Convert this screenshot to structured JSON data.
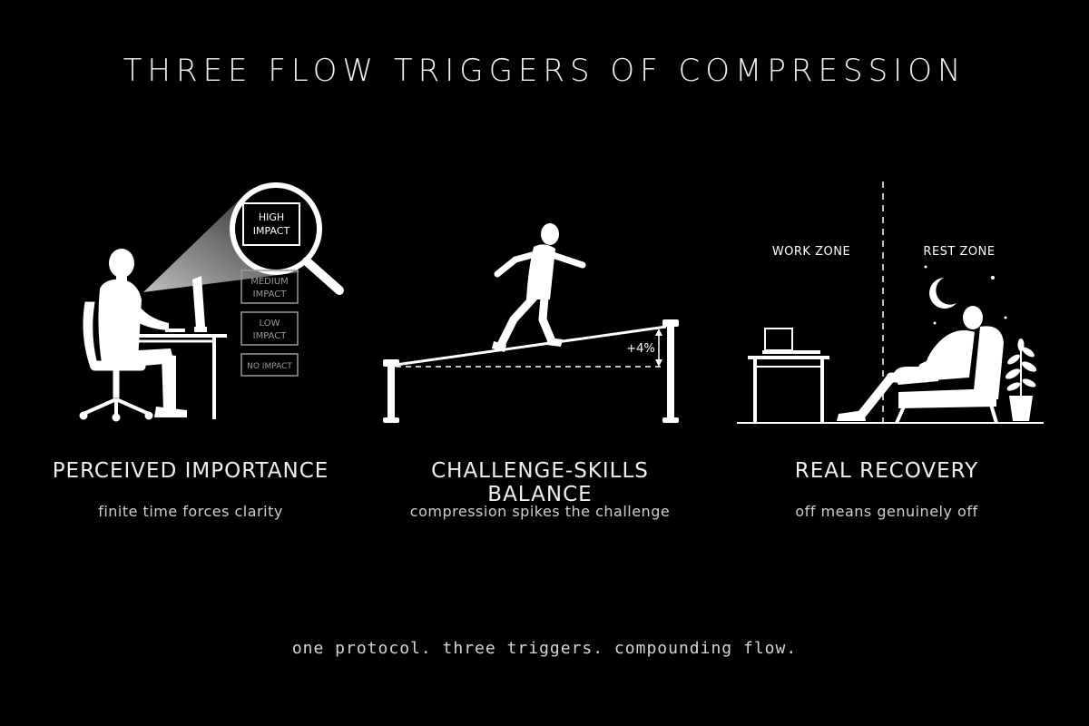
{
  "title": "THREE FLOW TRIGGERS OF COMPRESSION",
  "panels": [
    {
      "heading": "PERCEIVED IMPORTANCE",
      "subtitle": "finite time forces clarity",
      "labels": {
        "high_line1": "HIGH",
        "high_line2": "IMPACT",
        "medium_line1": "MEDIUM",
        "medium_line2": "IMPACT",
        "low_line1": "LOW",
        "low_line2": "IMPACT",
        "none": "NO IMPACT"
      }
    },
    {
      "heading": "CHALLENGE-SKILLS BALANCE",
      "subtitle": "compression spikes the challenge",
      "incline_label": "+4%"
    },
    {
      "heading": "REAL RECOVERY",
      "subtitle": "off means genuinely off",
      "work_zone": "WORK ZONE",
      "rest_zone": "REST ZONE"
    }
  ],
  "footer": "one protocol. three triggers. compounding flow."
}
